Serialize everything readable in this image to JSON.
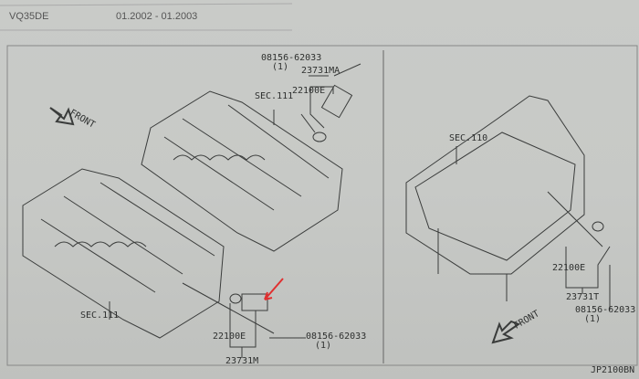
{
  "header": {
    "engine": "VQ35DE",
    "period": "01.2002 - 01.2003"
  },
  "left_panel": {
    "sec_top": "SEC.111",
    "sec_bottom": "SEC.111",
    "front": "FRONT",
    "top_bolt": "08156-62033",
    "top_bolt_qty": "(1)",
    "top_sensor": "23731MA",
    "top_oring": "22100E",
    "bottom_oring": "22100E",
    "bottom_sensor": "23731M",
    "bottom_bolt": "08156-62033",
    "bottom_bolt_qty": "(1)"
  },
  "right_panel": {
    "sec": "SEC.110",
    "front": "FRONT",
    "oring": "22100E",
    "sensor": "23731T",
    "bolt": "08156-62033",
    "bolt_qty": "(1)"
  },
  "diagram_code": "JP2100BN",
  "colors": {
    "line": "#2e302f",
    "arrow": "#e03030"
  }
}
